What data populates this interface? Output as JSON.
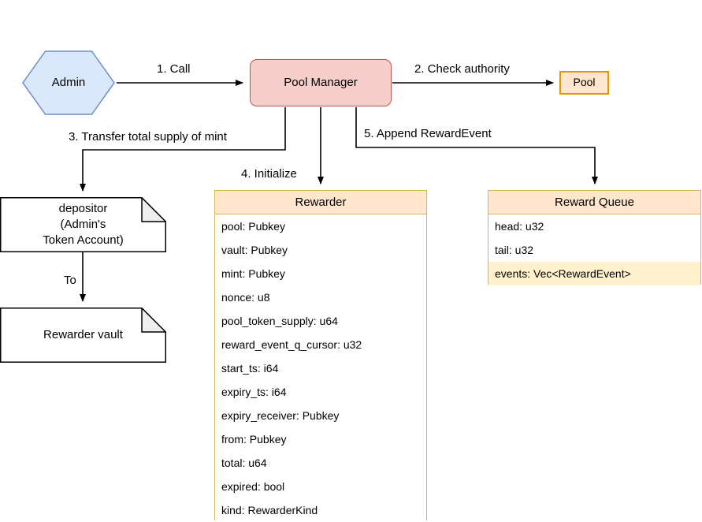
{
  "diagram": {
    "type": "flow-architecture-diagram",
    "nodes": {
      "admin": {
        "label": "Admin",
        "shape": "hexagon",
        "fill": "#dae8fc",
        "stroke": "#6c8ebf"
      },
      "pool_manager": {
        "label": "Pool Manager",
        "shape": "rounded-rect",
        "fill": "#f8cecc",
        "stroke": "#b85450"
      },
      "pool": {
        "label": "Pool",
        "shape": "rect",
        "fill": "#ffe6cc",
        "stroke": "#d79b00"
      },
      "depositor": {
        "label": "depositor\n(Admin's\nToken Account)",
        "shape": "note",
        "fill": "#ffffff",
        "stroke": "#000000"
      },
      "rewarder_vault": {
        "label": "Rewarder vault",
        "shape": "note",
        "fill": "#ffffff",
        "stroke": "#000000"
      }
    },
    "classes": {
      "rewarder": {
        "title": "Rewarder",
        "title_fill": "#ffe6cc",
        "stroke": "#d6b656",
        "rows": [
          {
            "text": "pool: Pubkey",
            "highlight": false
          },
          {
            "text": "vault: Pubkey",
            "highlight": false
          },
          {
            "text": "mint: Pubkey",
            "highlight": false
          },
          {
            "text": "nonce: u8",
            "highlight": false
          },
          {
            "text": "pool_token_supply: u64",
            "highlight": false
          },
          {
            "text": "reward_event_q_cursor: u32",
            "highlight": false
          },
          {
            "text": "start_ts: i64",
            "highlight": false
          },
          {
            "text": "expiry_ts: i64",
            "highlight": false
          },
          {
            "text": "expiry_receiver: Pubkey",
            "highlight": false
          },
          {
            "text": "from: Pubkey",
            "highlight": false
          },
          {
            "text": "total: u64",
            "highlight": false
          },
          {
            "text": "expired: bool",
            "highlight": false
          },
          {
            "text": "kind: RewarderKind",
            "highlight": false
          }
        ]
      },
      "reward_queue": {
        "title": "Reward Queue",
        "title_fill": "#ffe6cc",
        "stroke": "#d6b656",
        "rows": [
          {
            "text": "head: u32",
            "highlight": false
          },
          {
            "text": "tail: u32",
            "highlight": false
          },
          {
            "text": "events: Vec<RewardEvent>",
            "highlight": true
          }
        ]
      }
    },
    "edges": [
      {
        "id": "call",
        "label": "1. Call",
        "from": "admin",
        "to": "pool_manager"
      },
      {
        "id": "check",
        "label": "2. Check authority",
        "from": "pool_manager",
        "to": "pool"
      },
      {
        "id": "transfer",
        "label": "3. Transfer total supply of mint",
        "from": "pool_manager",
        "to": "depositor"
      },
      {
        "id": "initialize",
        "label": "4. Initialize",
        "from": "pool_manager",
        "to": "rewarder"
      },
      {
        "id": "append",
        "label": "5. Append RewardEvent",
        "from": "pool_manager",
        "to": "reward_queue"
      },
      {
        "id": "to",
        "label": "To",
        "from": "depositor",
        "to": "rewarder_vault"
      }
    ]
  }
}
